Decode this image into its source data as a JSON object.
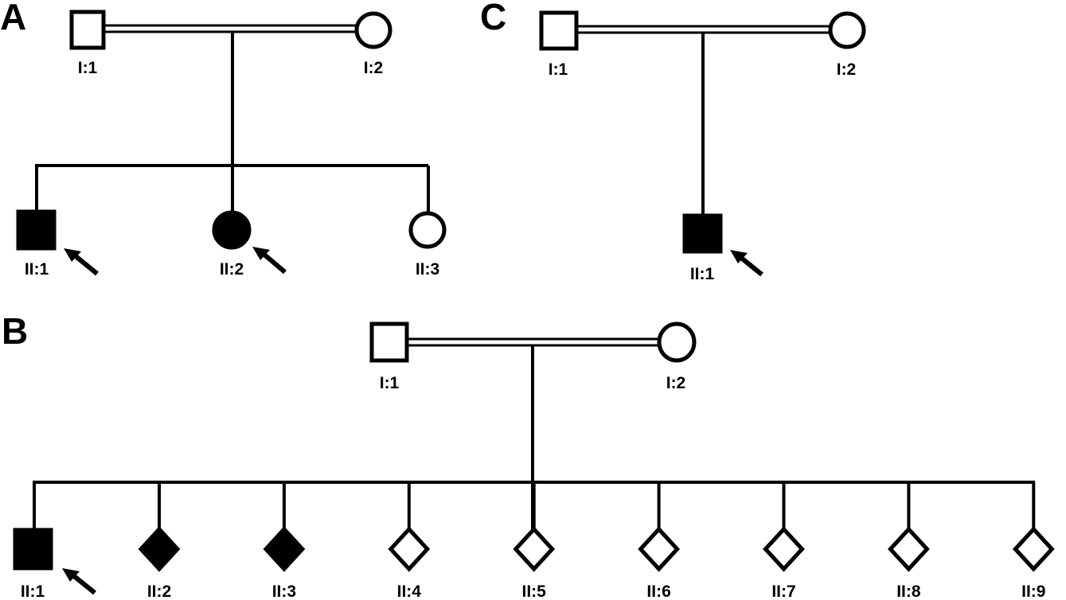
{
  "figure": {
    "panels": [
      {
        "id": "A",
        "label": "A",
        "consanguineous_parents": true,
        "individuals": [
          {
            "id": "I:1",
            "sex": "male",
            "affected": false,
            "proband": false
          },
          {
            "id": "I:2",
            "sex": "female",
            "affected": false,
            "proband": false
          },
          {
            "id": "II:1",
            "sex": "male",
            "affected": true,
            "proband": true
          },
          {
            "id": "II:2",
            "sex": "female",
            "affected": true,
            "proband": true
          },
          {
            "id": "II:3",
            "sex": "female",
            "affected": false,
            "proband": false
          }
        ]
      },
      {
        "id": "B",
        "label": "B",
        "consanguineous_parents": true,
        "individuals": [
          {
            "id": "I:1",
            "sex": "male",
            "affected": false,
            "proband": false
          },
          {
            "id": "I:2",
            "sex": "female",
            "affected": false,
            "proband": false
          },
          {
            "id": "II:1",
            "sex": "male",
            "affected": true,
            "proband": true
          },
          {
            "id": "II:2",
            "sex": "unknown",
            "affected": true,
            "proband": false
          },
          {
            "id": "II:3",
            "sex": "unknown",
            "affected": true,
            "proband": false
          },
          {
            "id": "II:4",
            "sex": "unknown",
            "affected": false,
            "proband": false
          },
          {
            "id": "II:5",
            "sex": "unknown",
            "affected": false,
            "proband": false
          },
          {
            "id": "II:6",
            "sex": "unknown",
            "affected": false,
            "proband": false
          },
          {
            "id": "II:7",
            "sex": "unknown",
            "affected": false,
            "proband": false
          },
          {
            "id": "II:8",
            "sex": "unknown",
            "affected": false,
            "proband": false
          },
          {
            "id": "II:9",
            "sex": "unknown",
            "affected": false,
            "proband": false
          }
        ]
      },
      {
        "id": "C",
        "label": "C",
        "consanguineous_parents": true,
        "individuals": [
          {
            "id": "I:1",
            "sex": "male",
            "affected": false,
            "proband": false
          },
          {
            "id": "I:2",
            "sex": "female",
            "affected": false,
            "proband": false
          },
          {
            "id": "II:1",
            "sex": "male",
            "affected": true,
            "proband": true
          }
        ]
      }
    ]
  }
}
